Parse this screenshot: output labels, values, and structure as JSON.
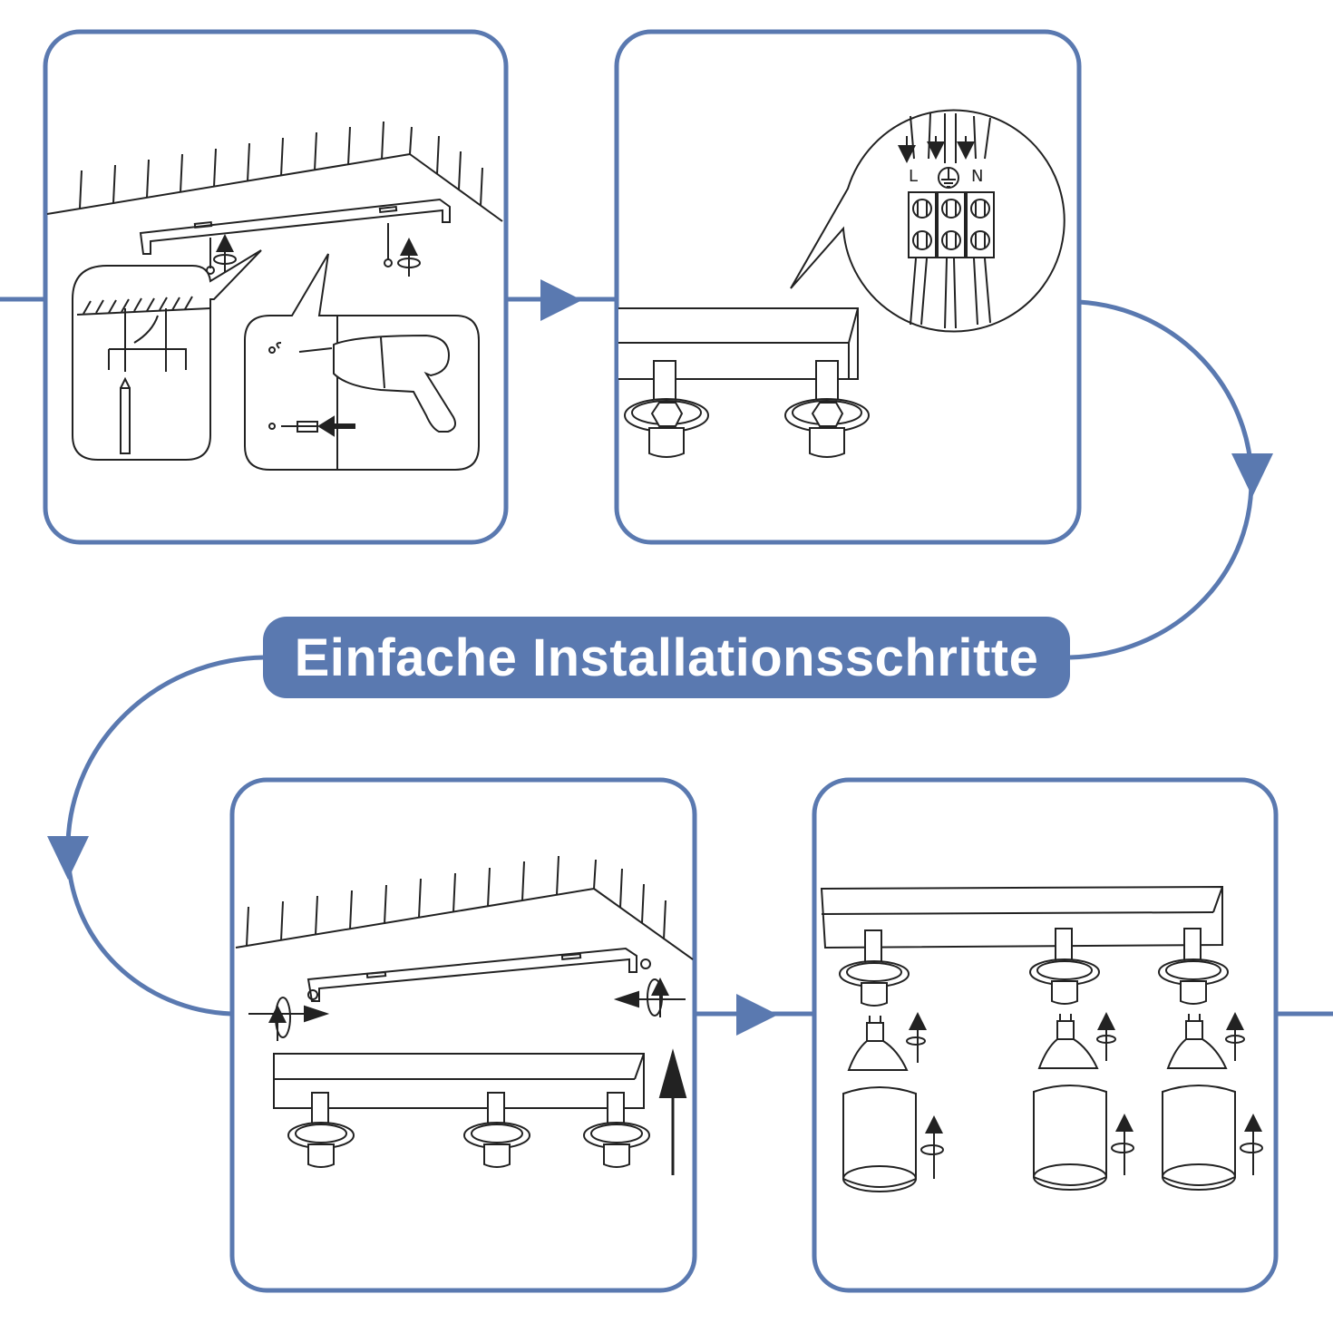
{
  "banner": {
    "title": "Einfache Installationsschritte"
  },
  "colors": {
    "frame": "#5a79b0",
    "line": "#222222",
    "background": "#ffffff"
  },
  "steps": [
    {
      "id": 1,
      "scene": "mount-bracket-to-ceiling"
    },
    {
      "id": 2,
      "scene": "connect-wires-terminal-block"
    },
    {
      "id": 3,
      "scene": "attach-fixture-to-bracket"
    },
    {
      "id": 4,
      "scene": "insert-bulbs-and-shades"
    }
  ],
  "terminal": {
    "live_label": "L",
    "neutral_label": "N",
    "earth_icon": "ground-symbol"
  },
  "icons": [
    "flow-arrow",
    "screw-icon",
    "drill-icon",
    "pencil-icon",
    "rotate-arrow-icon",
    "ground-icon",
    "bulb-icon",
    "shade-icon"
  ]
}
